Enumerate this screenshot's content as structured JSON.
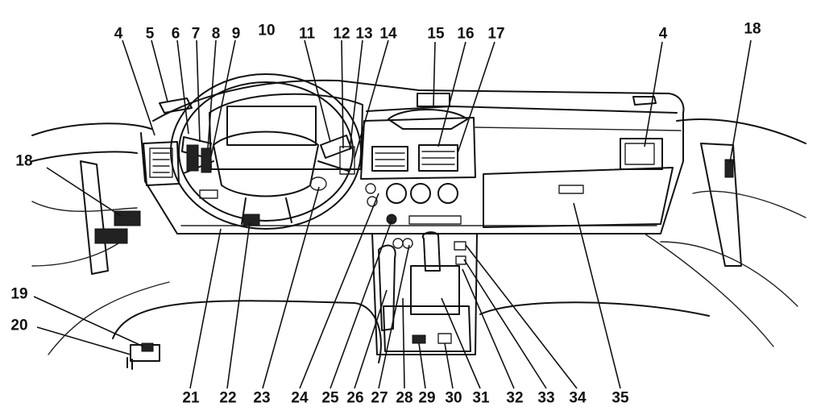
{
  "diagram": {
    "callouts": [
      {
        "id": "c4a",
        "text": "4"
      },
      {
        "id": "c5",
        "text": "5"
      },
      {
        "id": "c6",
        "text": "6"
      },
      {
        "id": "c7",
        "text": "7"
      },
      {
        "id": "c8",
        "text": "8"
      },
      {
        "id": "c9",
        "text": "9"
      },
      {
        "id": "c10",
        "text": "10"
      },
      {
        "id": "c11",
        "text": "11"
      },
      {
        "id": "c12",
        "text": "12"
      },
      {
        "id": "c13",
        "text": "13"
      },
      {
        "id": "c14",
        "text": "14"
      },
      {
        "id": "c15",
        "text": "15"
      },
      {
        "id": "c16",
        "text": "16"
      },
      {
        "id": "c17",
        "text": "17"
      },
      {
        "id": "c4b",
        "text": "4"
      },
      {
        "id": "c18a",
        "text": "18"
      },
      {
        "id": "c18b",
        "text": "18"
      },
      {
        "id": "c19",
        "text": "19"
      },
      {
        "id": "c20",
        "text": "20"
      },
      {
        "id": "c21",
        "text": "21"
      },
      {
        "id": "c22",
        "text": "22"
      },
      {
        "id": "c23",
        "text": "23"
      },
      {
        "id": "c24",
        "text": "24"
      },
      {
        "id": "c25",
        "text": "25"
      },
      {
        "id": "c26",
        "text": "26"
      },
      {
        "id": "c27",
        "text": "27"
      },
      {
        "id": "c28",
        "text": "28"
      },
      {
        "id": "c29",
        "text": "29"
      },
      {
        "id": "c30",
        "text": "30"
      },
      {
        "id": "c31",
        "text": "31"
      },
      {
        "id": "c32",
        "text": "32"
      },
      {
        "id": "c33",
        "text": "33"
      },
      {
        "id": "c34",
        "text": "34"
      },
      {
        "id": "c35",
        "text": "35"
      }
    ]
  }
}
